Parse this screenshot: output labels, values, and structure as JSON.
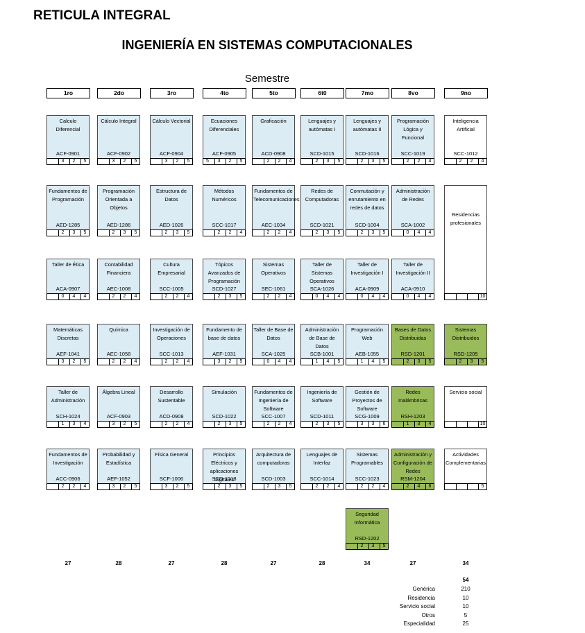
{
  "title": "RETICULA INTEGRAL",
  "career": "INGENIERÍA EN SISTEMAS COMPUTACIONALES",
  "semester_label": "Semestre",
  "semesters": [
    "1ro",
    "2do",
    "3ro",
    "4to",
    "5to",
    "6t0",
    "7mo",
    "8vo",
    "9no"
  ],
  "courses": [
    {
      "name": "Calculo Diferencial",
      "code": "ACF-0901",
      "hours": [
        "",
        "3",
        "2",
        "5"
      ]
    },
    {
      "name": "Cálculo Integral",
      "code": "ACF-0902",
      "hours": [
        "",
        "3",
        "2",
        "5"
      ]
    },
    {
      "name": "Cálculo Vectorial",
      "code": "ACF-0904",
      "hours": [
        "",
        "3",
        "2",
        "5"
      ]
    },
    {
      "name": "Ecuaciones Diferenciales",
      "code": "ACF-0905",
      "hours": [
        "5",
        "3",
        "2",
        "5"
      ]
    },
    {
      "name": "Graficación",
      "code": "ACD-0908",
      "hours": [
        "",
        "2",
        "2",
        "4"
      ]
    },
    {
      "name": "Lenguajes y autómatas I",
      "code": "SCD-1015",
      "hours": [
        "",
        "2",
        "3",
        "5"
      ]
    },
    {
      "name": "Lenguajes y autómatas II",
      "code": "SCD-1016",
      "hours": [
        "",
        "2",
        "3",
        "5"
      ]
    },
    {
      "name": "Programación Lógica y Funcional",
      "code": "SCC-1019",
      "hours": [
        "",
        "2",
        "2",
        "4"
      ]
    },
    {
      "name": "Inteligencia Artificial",
      "code": "SCC-1012",
      "hours": [
        "",
        "2",
        "2",
        "4"
      ]
    },
    {
      "name": "Fundamentos de Programación",
      "code": "AED-1285",
      "hours": [
        "",
        "2",
        "3",
        "5"
      ]
    },
    {
      "name": "Programación Orientada a Objetos",
      "code": "AED-1286",
      "hours": [
        "",
        "2",
        "3",
        "5"
      ]
    },
    {
      "name": "Estructura de Datos",
      "code": "AED-1026",
      "hours": [
        "",
        "2",
        "3",
        "5"
      ]
    },
    {
      "name": "Métodos Numéricos",
      "code": "SCC-1017",
      "hours": [
        "",
        "2",
        "2",
        "4"
      ]
    },
    {
      "name": "Fundamentos de Telecomunicaciones",
      "code": "AEC-1034",
      "hours": [
        "",
        "2",
        "2",
        "4"
      ]
    },
    {
      "name": "Redes de Computadoras",
      "code": "SCD-1021",
      "hours": [
        "",
        "2",
        "3",
        "5"
      ]
    },
    {
      "name": "Conmutación y enrutamiento en redes de datos",
      "code": "SCD-1004",
      "hours": [
        "",
        "2",
        "3",
        "5"
      ]
    },
    {
      "name": "Administración de Redes",
      "code": "SCA-1002",
      "hours": [
        "",
        "0",
        "4",
        "4"
      ]
    },
    {
      "name": "Residencias profesionales",
      "code": "",
      "hours": [
        "",
        "",
        "",
        "10"
      ]
    },
    {
      "name": "Taller de Ética",
      "code": "ACA-0907",
      "hours": [
        "",
        "0",
        "4",
        "4"
      ]
    },
    {
      "name": "Contabilidad Financiera",
      "code": "AEC-1008",
      "hours": [
        "",
        "2",
        "2",
        "4"
      ]
    },
    {
      "name": "Cultura Empresarial",
      "code": "SCC-1005",
      "hours": [
        "",
        "2",
        "2",
        "4"
      ]
    },
    {
      "name": "Tópicos Avanzados de Programación",
      "code": "SCD-1027",
      "hours": [
        "",
        "2",
        "3",
        "5"
      ]
    },
    {
      "name": "Sistemas Operativos",
      "code": "SEC-1061",
      "hours": [
        "",
        "2",
        "2",
        "4"
      ]
    },
    {
      "name": "Taller de Sistemas Operativos",
      "code": "SCA-1026",
      "hours": [
        "",
        "0",
        "4",
        "4"
      ]
    },
    {
      "name": "Taller de Investigación I",
      "code": "ACA-0909",
      "hours": [
        "",
        "0",
        "4",
        "4"
      ]
    },
    {
      "name": "Taller de Investigación II",
      "code": "ACA-0910",
      "hours": [
        "",
        "0",
        "4",
        "4"
      ]
    },
    {
      "name": "Matemáticas Discretas",
      "code": "AEF-1041",
      "hours": [
        "",
        "3",
        "2",
        "5"
      ]
    },
    {
      "name": "Química",
      "code": "AEC-1058",
      "hours": [
        "",
        "2",
        "2",
        "4"
      ]
    },
    {
      "name": "Investigación de Operaciones",
      "code": "SCC-1013",
      "hours": [
        "",
        "2",
        "2",
        "4"
      ]
    },
    {
      "name": "Fundamento de base de datos",
      "code": "AEF-1031",
      "hours": [
        "",
        "3",
        "2",
        "5"
      ]
    },
    {
      "name": "Taller de Base de Datos",
      "code": "SCA-1025",
      "hours": [
        "",
        "0",
        "4",
        "4"
      ]
    },
    {
      "name": "Administración de Base de Datos",
      "code": "SCB-1001",
      "hours": [
        "",
        "1",
        "4",
        "5"
      ]
    },
    {
      "name": "Programación Web",
      "code": "AEB-1055",
      "hours": [
        "",
        "1",
        "4",
        "5"
      ]
    },
    {
      "name": "Bases de Datos Distribuidas",
      "code": "RSD-1201",
      "hours": [
        "",
        "2",
        "3",
        "5"
      ]
    },
    {
      "name": "Sistemas Distribuidos",
      "code": "RSD-1205",
      "hours": [
        "",
        "2",
        "3",
        "5"
      ]
    },
    {
      "name": "Taller de Administración",
      "code": "SCH-1024",
      "hours": [
        "",
        "1",
        "3",
        "4"
      ]
    },
    {
      "name": "Álgebra Lineal",
      "code": "ACF-0903",
      "hours": [
        "",
        "3",
        "2",
        "5"
      ]
    },
    {
      "name": "Desarrollo Sustentable",
      "code": "ACD-0908",
      "hours": [
        "",
        "2",
        "2",
        "4"
      ]
    },
    {
      "name": "Simulación",
      "code": "SCD-1022",
      "hours": [
        "",
        "2",
        "3",
        "5"
      ]
    },
    {
      "name": "Fundamentos de Ingeniería de Software",
      "code": "SCC-1007",
      "hours": [
        "",
        "2",
        "2",
        "4"
      ]
    },
    {
      "name": "Ingeniería de Software",
      "code": "SCD-1011",
      "hours": [
        "",
        "2",
        "3",
        "5"
      ]
    },
    {
      "name": "Gestión de Proyectos de Software",
      "code": "SCG-1009",
      "hours": [
        "",
        "3",
        "3",
        "6"
      ]
    },
    {
      "name": "Redes Inalámbricas",
      "code": "RSH-1203",
      "hours": [
        "",
        "1",
        "3",
        "4"
      ]
    },
    {
      "name": "Servicio social",
      "code": "",
      "hours": [
        "",
        "",
        "",
        "10"
      ]
    },
    {
      "name": "Fundamentos de Investigación",
      "code": "ACC-0906",
      "hours": [
        "",
        "2",
        "2",
        "4"
      ]
    },
    {
      "name": "Probabilidad y Estadística",
      "code": "AEF-1052",
      "hours": [
        "",
        "3",
        "2",
        "5"
      ]
    },
    {
      "name": "Física General",
      "code": "SCF-1006",
      "hours": [
        "",
        "3",
        "2",
        "5"
      ]
    },
    {
      "name": "Principios Eléctricos y aplicaciones Digitales",
      "code": "SCD-1018",
      "hours": [
        "",
        "2",
        "3",
        "5"
      ]
    },
    {
      "name": "Arquitectura de computadoras",
      "code": "SCD-1003",
      "hours": [
        "",
        "2",
        "3",
        "5"
      ]
    },
    {
      "name": "Lenguajes de Interfaz",
      "code": "SCC-1014",
      "hours": [
        "",
        "2",
        "2",
        "4"
      ]
    },
    {
      "name": "Sistemas Programables",
      "code": "SCC-1023",
      "hours": [
        "",
        "2",
        "2",
        "4"
      ]
    },
    {
      "name": "Administración y Configuración de Redes",
      "code": "RSM-1204",
      "hours": [
        "",
        "2",
        "4",
        "6"
      ]
    },
    {
      "name": "Actividades Complementarias",
      "code": "",
      "hours": [
        "",
        "",
        "",
        "5"
      ]
    },
    {
      "name": "Seguridad Informática",
      "code": "RSD-1202",
      "hours": [
        "",
        "2",
        "3",
        "5"
      ]
    }
  ],
  "column_totals": [
    "27",
    "28",
    "27",
    "28",
    "27",
    "28",
    "34",
    "27",
    "34"
  ],
  "grand_total": "54",
  "summary": [
    {
      "label": "Genérica",
      "value": "210"
    },
    {
      "label": "Residencia",
      "value": "10"
    },
    {
      "label": "Servicio social",
      "value": "10"
    },
    {
      "label": "Otros",
      "value": "5"
    },
    {
      "label": "Especialidad",
      "value": "25"
    }
  ]
}
